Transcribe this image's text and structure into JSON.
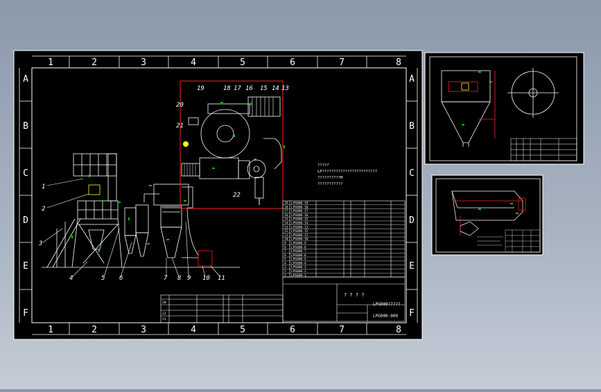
{
  "drawing": {
    "column_numbers": [
      "1",
      "2",
      "3",
      "4",
      "5",
      "6",
      "7",
      "8"
    ],
    "row_letters": [
      "A",
      "B",
      "C",
      "D",
      "E",
      "F"
    ],
    "callouts": {
      "left": [
        "1",
        "2",
        "3",
        "4",
        "5",
        "6",
        "7",
        "8",
        "9",
        "10",
        "11"
      ],
      "top": [
        "19",
        "18",
        "17",
        "16",
        "15",
        "14",
        "13"
      ],
      "side": [
        "20",
        "21",
        "22"
      ]
    },
    "notes": [
      "?????",
      "LP????????????????????????",
      "??????????M",
      "???????????"
    ],
    "parts_list_rows": [
      {
        "no": "19",
        "code": "LPG000-19"
      },
      {
        "no": "18",
        "code": "LPG000-18"
      },
      {
        "no": "17",
        "code": "LPG000-17"
      },
      {
        "no": "16",
        "code": "LPG000-16"
      },
      {
        "no": "15",
        "code": "LPG000-15"
      },
      {
        "no": "14",
        "code": "LPG000-14"
      },
      {
        "no": "13",
        "code": "LPG000-13"
      },
      {
        "no": "12",
        "code": "LPG000-12"
      },
      {
        "no": "11",
        "code": "LPG000-11"
      },
      {
        "no": "10",
        "code": "LPG000-10"
      },
      {
        "no": "9",
        "code": "LPG000-9"
      },
      {
        "no": "8",
        "code": "LPG000-8"
      },
      {
        "no": "7",
        "code": "LPG000-7"
      },
      {
        "no": "6",
        "code": "LPG000-6"
      },
      {
        "no": "5",
        "code": "LPG000-5"
      },
      {
        "no": "4",
        "code": "LPG000-4"
      },
      {
        "no": "3",
        "code": "LPG000-3"
      },
      {
        "no": "2",
        "code": "LPG000-2"
      },
      {
        "no": "1",
        "code": "LPG000-1"
      }
    ],
    "title_block": {
      "title": "? ? ? ?",
      "drawing_no_1": "LPG000?????",
      "drawing_no_2": "LPG000-000"
    },
    "bottom_table_rows": [
      "22",
      "21",
      "20"
    ]
  },
  "colors": {
    "background": "#000000",
    "frame": "#ffffff",
    "red": "#ff2020",
    "green": "#00ff00",
    "yellow": "#ffff00",
    "cyan": "#00ffff"
  }
}
